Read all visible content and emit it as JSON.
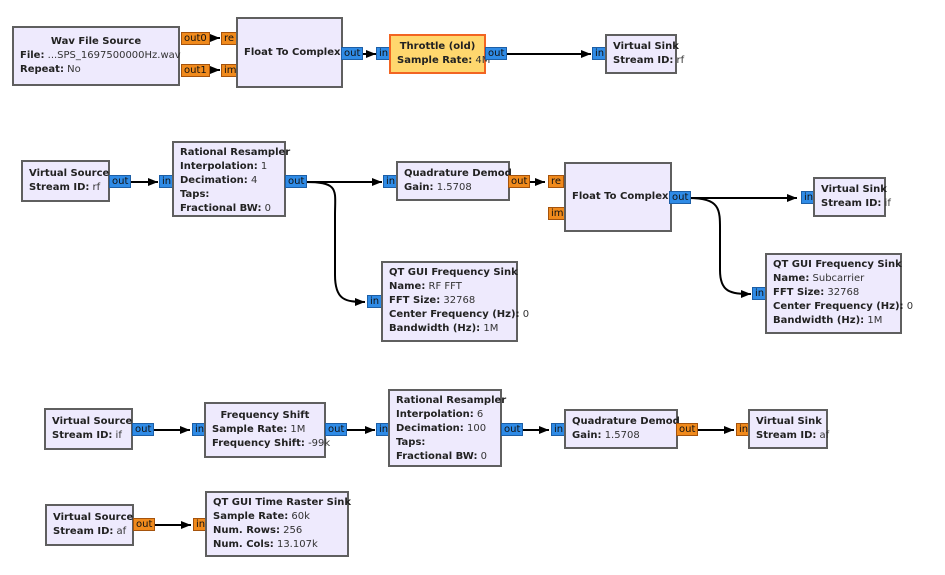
{
  "colors": {
    "complex_port": "#2f8be6",
    "float_port": "#f08a1c",
    "block_bg": "#eeeafd",
    "throttle_bg": "#ffd76e",
    "throttle_border": "#f26522"
  },
  "blocks": {
    "wav_source": {
      "title": "Wav File Source",
      "params": [
        {
          "k": "File:",
          "v": " ...SPS_1697500000Hz.wav"
        },
        {
          "k": "Repeat:",
          "v": " No"
        }
      ]
    },
    "f2c_1": {
      "title": "Float To Complex",
      "params": []
    },
    "throttle": {
      "title": "Throttle (old)",
      "params": [
        {
          "k": "Sample Rate:",
          "v": " 4M"
        }
      ]
    },
    "vsink_rf": {
      "title": "Virtual Sink",
      "params": [
        {
          "k": "Stream ID:",
          "v": " rf"
        }
      ]
    },
    "vsrc_rf": {
      "title": "Virtual Source",
      "params": [
        {
          "k": "Stream ID:",
          "v": " rf"
        }
      ]
    },
    "resamp_1": {
      "title": "Rational Resampler",
      "params": [
        {
          "k": "Interpolation:",
          "v": " 1"
        },
        {
          "k": "Decimation:",
          "v": " 4"
        },
        {
          "k": "Taps:",
          "v": ""
        },
        {
          "k": "Fractional BW:",
          "v": " 0"
        }
      ]
    },
    "qdemod_1": {
      "title": "Quadrature Demod",
      "params": [
        {
          "k": "Gain:",
          "v": " 1.5708"
        }
      ]
    },
    "f2c_2": {
      "title": "Float To Complex",
      "params": []
    },
    "vsink_if": {
      "title": "Virtual Sink",
      "params": [
        {
          "k": "Stream ID:",
          "v": " if"
        }
      ]
    },
    "fsink_rf": {
      "title": "QT GUI Frequency Sink",
      "params": [
        {
          "k": "Name:",
          "v": " RF FFT"
        },
        {
          "k": "FFT Size:",
          "v": " 32768"
        },
        {
          "k": "Center Frequency (Hz):",
          "v": " 0"
        },
        {
          "k": "Bandwidth (Hz):",
          "v": " 1M"
        }
      ]
    },
    "fsink_sub": {
      "title": "QT GUI Frequency Sink",
      "params": [
        {
          "k": "Name:",
          "v": " Subcarrier"
        },
        {
          "k": "FFT Size:",
          "v": " 32768"
        },
        {
          "k": "Center Frequency (Hz):",
          "v": " 0"
        },
        {
          "k": "Bandwidth (Hz):",
          "v": " 1M"
        }
      ]
    },
    "vsrc_if": {
      "title": "Virtual Source",
      "params": [
        {
          "k": "Stream ID:",
          "v": " if"
        }
      ]
    },
    "fshift": {
      "title": "Frequency Shift",
      "params": [
        {
          "k": "Sample Rate:",
          "v": " 1M"
        },
        {
          "k": "Frequency Shift:",
          "v": " -99k"
        }
      ]
    },
    "resamp_2": {
      "title": "Rational Resampler",
      "params": [
        {
          "k": "Interpolation:",
          "v": " 6"
        },
        {
          "k": "Decimation:",
          "v": " 100"
        },
        {
          "k": "Taps:",
          "v": ""
        },
        {
          "k": "Fractional BW:",
          "v": " 0"
        }
      ]
    },
    "qdemod_2": {
      "title": "Quadrature Demod",
      "params": [
        {
          "k": "Gain:",
          "v": " 1.5708"
        }
      ]
    },
    "vsink_af": {
      "title": "Virtual Sink",
      "params": [
        {
          "k": "Stream ID:",
          "v": " af"
        }
      ]
    },
    "vsrc_af": {
      "title": "Virtual Source",
      "params": [
        {
          "k": "Stream ID:",
          "v": " af"
        }
      ]
    },
    "raster": {
      "title": "QT GUI Time Raster Sink",
      "params": [
        {
          "k": "Sample Rate:",
          "v": " 60k"
        },
        {
          "k": "Num. Rows:",
          "v": " 256"
        },
        {
          "k": "Num. Cols:",
          "v": " 13.107k"
        }
      ]
    }
  },
  "ports": {
    "out0": "out0",
    "out1": "out1",
    "re": "re",
    "im": "im",
    "out": "out",
    "in": "in"
  }
}
